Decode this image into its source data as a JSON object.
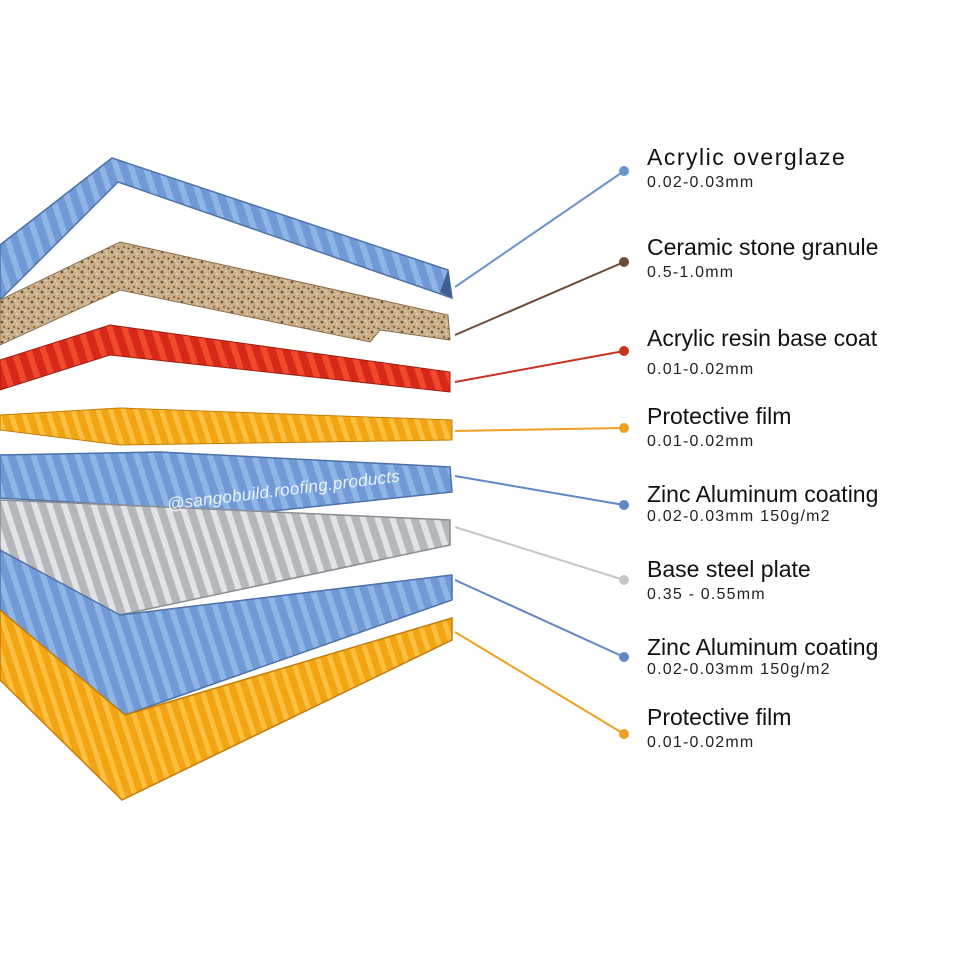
{
  "watermark": "@sangobuild.roofing.products",
  "layers": [
    {
      "id": "l1",
      "name": "Acrylic overglaze",
      "thickness": "0.02-0.03mm",
      "color": "#6b93cc"
    },
    {
      "id": "l2",
      "name": "Ceramic stone granule",
      "thickness": "0.5-1.0mm",
      "color": "#6b4a3a"
    },
    {
      "id": "l3",
      "name": "Acrylic resin base coat",
      "thickness": "0.01-0.02mm",
      "color": "#c8321e"
    },
    {
      "id": "l4",
      "name": "Protective film",
      "thickness": "0.01-0.02mm",
      "color": "#f0a020"
    },
    {
      "id": "l5",
      "name": "Zinc Aluminum coating",
      "thickness": "0.02-0.03mm  150g/m2",
      "color": "#5f88c9"
    },
    {
      "id": "l6",
      "name": "Base steel plate",
      "thickness": "0.35 - 0.55mm",
      "color": "#c4c6c8"
    },
    {
      "id": "l7",
      "name": "Zinc Aluminum coating",
      "thickness": "0.02-0.03mm  150g/m2",
      "color": "#5f88c9"
    },
    {
      "id": "l8",
      "name": "Protective film",
      "thickness": "0.01-0.02mm",
      "color": "#f0a020"
    }
  ]
}
